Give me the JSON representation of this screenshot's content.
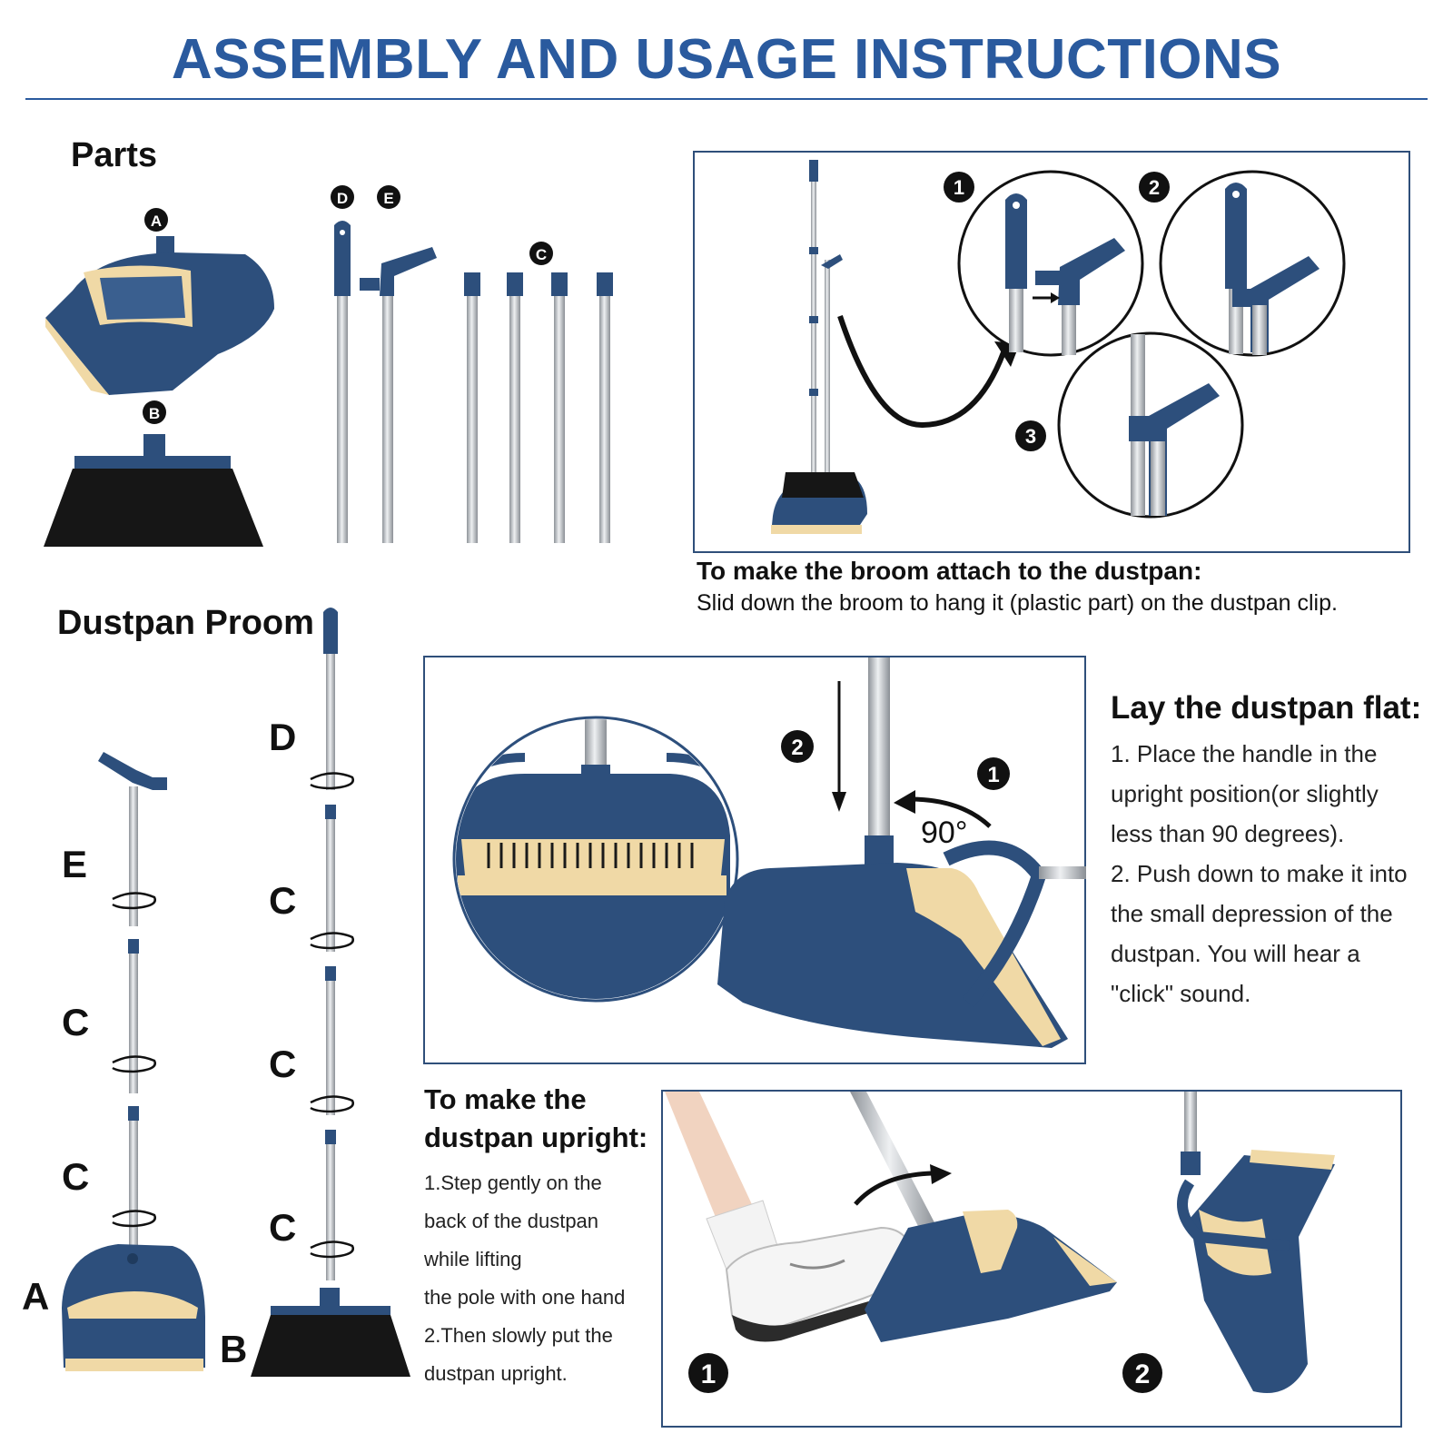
{
  "title": "ASSEMBLY AND USAGE INSTRUCTIONS",
  "parts": {
    "heading": "Parts",
    "markers": [
      "A",
      "B",
      "C",
      "D",
      "E"
    ]
  },
  "dustpan_proom": {
    "heading": "Dustpan Proom",
    "left_column_labels": [
      "E",
      "C",
      "C",
      "A"
    ],
    "right_column_labels": [
      "D",
      "C",
      "C",
      "C",
      "B"
    ]
  },
  "attach": {
    "steps": [
      "1",
      "2",
      "3"
    ],
    "title": "To make the broom attach to the dustpan:",
    "text": "Slid down the broom to hang it (plastic part) on the dustpan clip."
  },
  "flat": {
    "steps": [
      "2",
      "1"
    ],
    "angle": "90°",
    "title": "Lay the dustpan flat:",
    "lines": [
      "1. Place the handle in the",
      "upright position(or slightly",
      "less than 90 degrees).",
      "2. Push down to make it into",
      "the small depression of the",
      "dustpan. You will hear a",
      "\"click\" sound."
    ]
  },
  "upright": {
    "title": "To make the dustpan upright:",
    "lines": [
      "1.Step gently on the",
      "back of the dustpan",
      "while lifting",
      "the pole with one hand",
      "2.Then slowly put the",
      "dustpan upright."
    ],
    "steps": [
      "1",
      "2"
    ]
  },
  "colors": {
    "accent_blue": "#2a5a9e",
    "product_navy": "#2d4f7c",
    "product_cream": "#f0d9a6",
    "steel": "#b9bdc2",
    "bristle": "#161616"
  }
}
